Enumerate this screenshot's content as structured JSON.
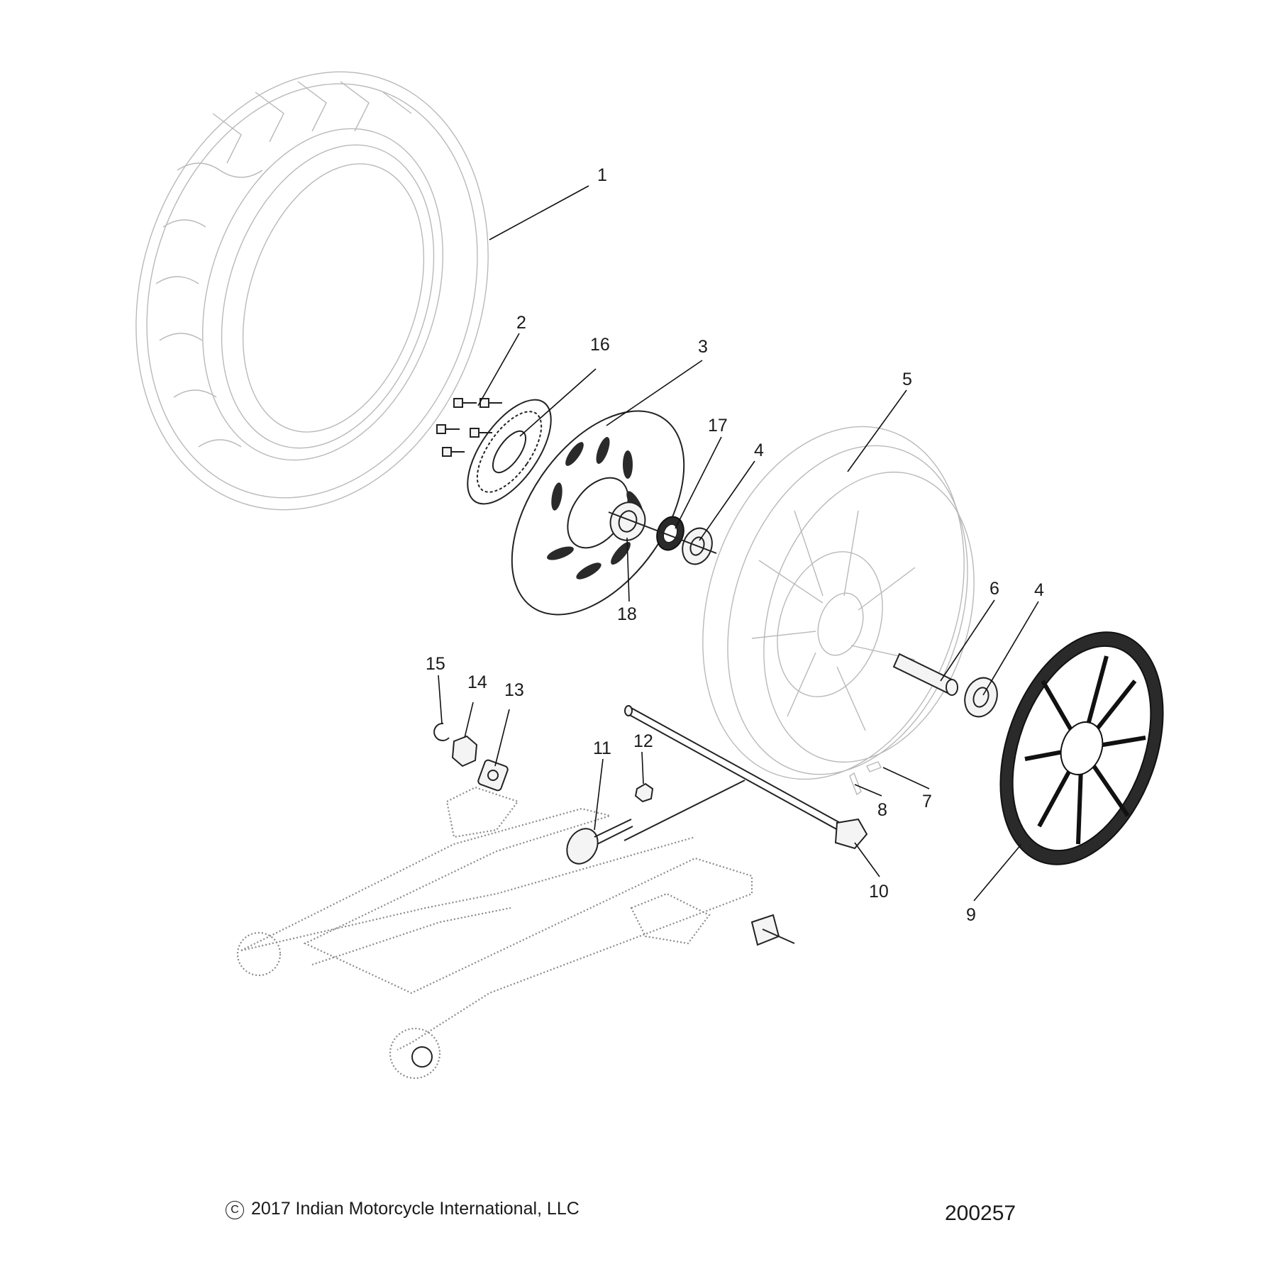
{
  "figure": {
    "copyright_symbol": "C",
    "copyright_text": "2017 Indian Motorcycle International, LLC",
    "figure_number": "200257"
  },
  "callouts": {
    "c1": "1",
    "c2": "2",
    "c3": "3",
    "c4a": "4",
    "c4b": "4",
    "c5": "5",
    "c6": "6",
    "c7": "7",
    "c8": "8",
    "c9": "9",
    "c10": "10",
    "c11": "11",
    "c12": "12",
    "c13": "13",
    "c14": "14",
    "c15": "15",
    "c16": "16",
    "c17": "17",
    "c18": "18"
  }
}
